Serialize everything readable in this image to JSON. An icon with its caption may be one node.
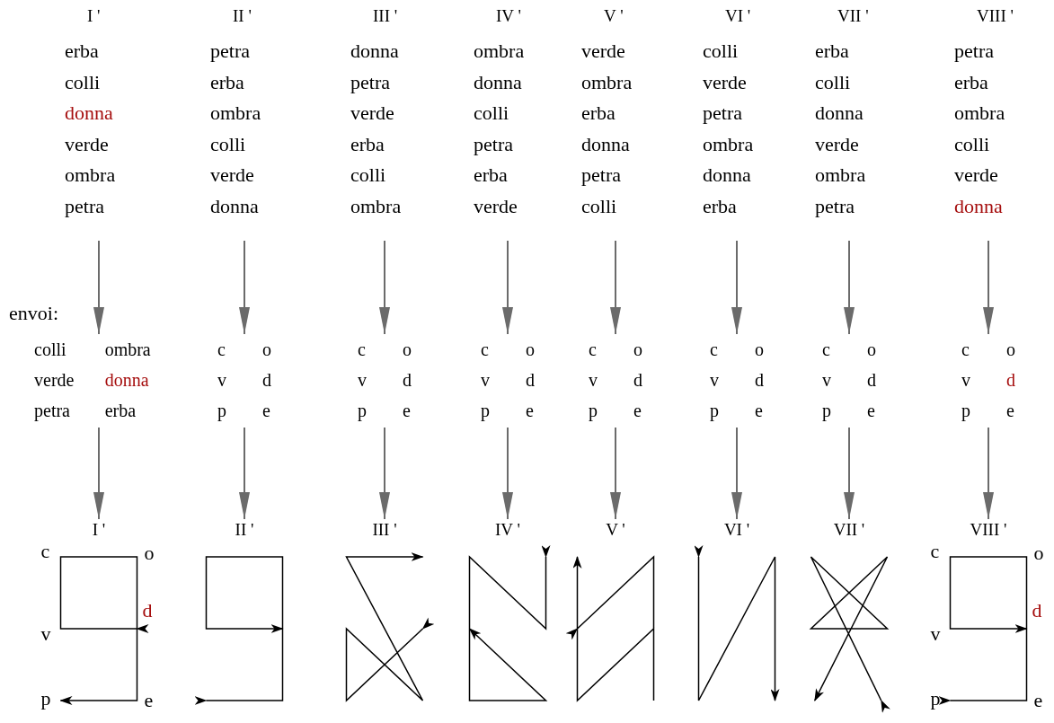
{
  "diagram": {
    "nodes": [
      {
        "text": [
          "I '",
          "erba",
          "colli",
          "donna",
          "verde",
          "ombra",
          "petra"
        ]
      },
      {
        "text": [
          "colli",
          "ombra",
          "verde",
          "donna",
          "petra",
          "erba"
        ]
      },
      {
        "text": [
          "I '",
          "c",
          "o",
          "v",
          "d",
          "p",
          "e"
        ]
      },
      {
        "text": [
          "II '",
          "petra",
          "erba",
          "ombra",
          "colli",
          "verde",
          "donna"
        ]
      },
      {
        "text": [
          "c",
          "o",
          "v",
          "d",
          "p",
          "e"
        ]
      },
      {
        "text": [
          "II '"
        ]
      },
      {
        "text": [
          "III '",
          "donna",
          "petra",
          "verde",
          "erba",
          "colli",
          "ombra"
        ]
      },
      {
        "text": [
          "c",
          "o",
          "v",
          "d",
          "p",
          "e"
        ]
      },
      {
        "text": [
          "III '"
        ]
      },
      {
        "text": [
          "IV '",
          "ombra",
          "donna",
          "colli",
          "petra",
          "erba",
          "verde"
        ]
      },
      {
        "text": [
          "c",
          "o",
          "v",
          "d",
          "p",
          "e"
        ]
      },
      {
        "text": [
          "IV '"
        ]
      },
      {
        "text": [
          "V '",
          "verde",
          "ombra",
          "erba",
          "donna",
          "petra",
          "colli"
        ]
      },
      {
        "text": [
          "c",
          "o",
          "v",
          "d",
          "p",
          "e"
        ]
      },
      {
        "text": [
          "V '"
        ]
      },
      {
        "text": [
          "VI '",
          "colli",
          "verde",
          "petra",
          "ombra",
          "donna",
          "erba"
        ]
      },
      {
        "text": [
          "c",
          "o",
          "v",
          "d",
          "p",
          "e"
        ]
      },
      {
        "text": [
          "VI '"
        ]
      },
      {
        "text": [
          "VII '",
          "erba",
          "colli",
          "donna",
          "verde",
          "ombra",
          "petra"
        ]
      },
      {
        "text": [
          "c",
          "o",
          "v",
          "d",
          "p",
          "e"
        ]
      },
      {
        "text": [
          "VII '"
        ]
      },
      {
        "text": [
          "VIII '",
          "petra",
          "erba",
          "ombra",
          "colli",
          "verde",
          "donna"
        ]
      },
      {
        "text": [
          "c",
          "o",
          "v",
          "d",
          "p",
          "e"
        ]
      },
      {
        "text": [
          "VIII '",
          "c",
          "o",
          "v",
          "d",
          "p",
          "e"
        ]
      }
    ],
    "edges": [
      {
        "from": 0,
        "to": 1,
        "arrow": "to"
      },
      {
        "from": 1,
        "to": 2,
        "arrow": "to"
      },
      {
        "from": 3,
        "to": 4,
        "arrow": "to"
      },
      {
        "from": 4,
        "to": 5,
        "arrow": "to"
      },
      {
        "from": 6,
        "to": 7,
        "arrow": "to"
      },
      {
        "from": 7,
        "to": 8,
        "arrow": "to"
      },
      {
        "from": 9,
        "to": 10,
        "arrow": "to"
      },
      {
        "from": 10,
        "to": 11,
        "arrow": "to"
      },
      {
        "from": 12,
        "to": 13,
        "arrow": "to"
      },
      {
        "from": 13,
        "to": 14,
        "arrow": "to"
      },
      {
        "from": 15,
        "to": 16,
        "arrow": "to"
      },
      {
        "from": 16,
        "to": 17,
        "arrow": "to"
      },
      {
        "from": 18,
        "to": 19,
        "arrow": "to"
      },
      {
        "from": 19,
        "to": 20,
        "arrow": "to"
      },
      {
        "from": 21,
        "to": 22,
        "arrow": "to"
      },
      {
        "from": 22,
        "to": 23,
        "arrow": "to"
      }
    ],
    "labels": [
      "envoi:"
    ]
  }
}
